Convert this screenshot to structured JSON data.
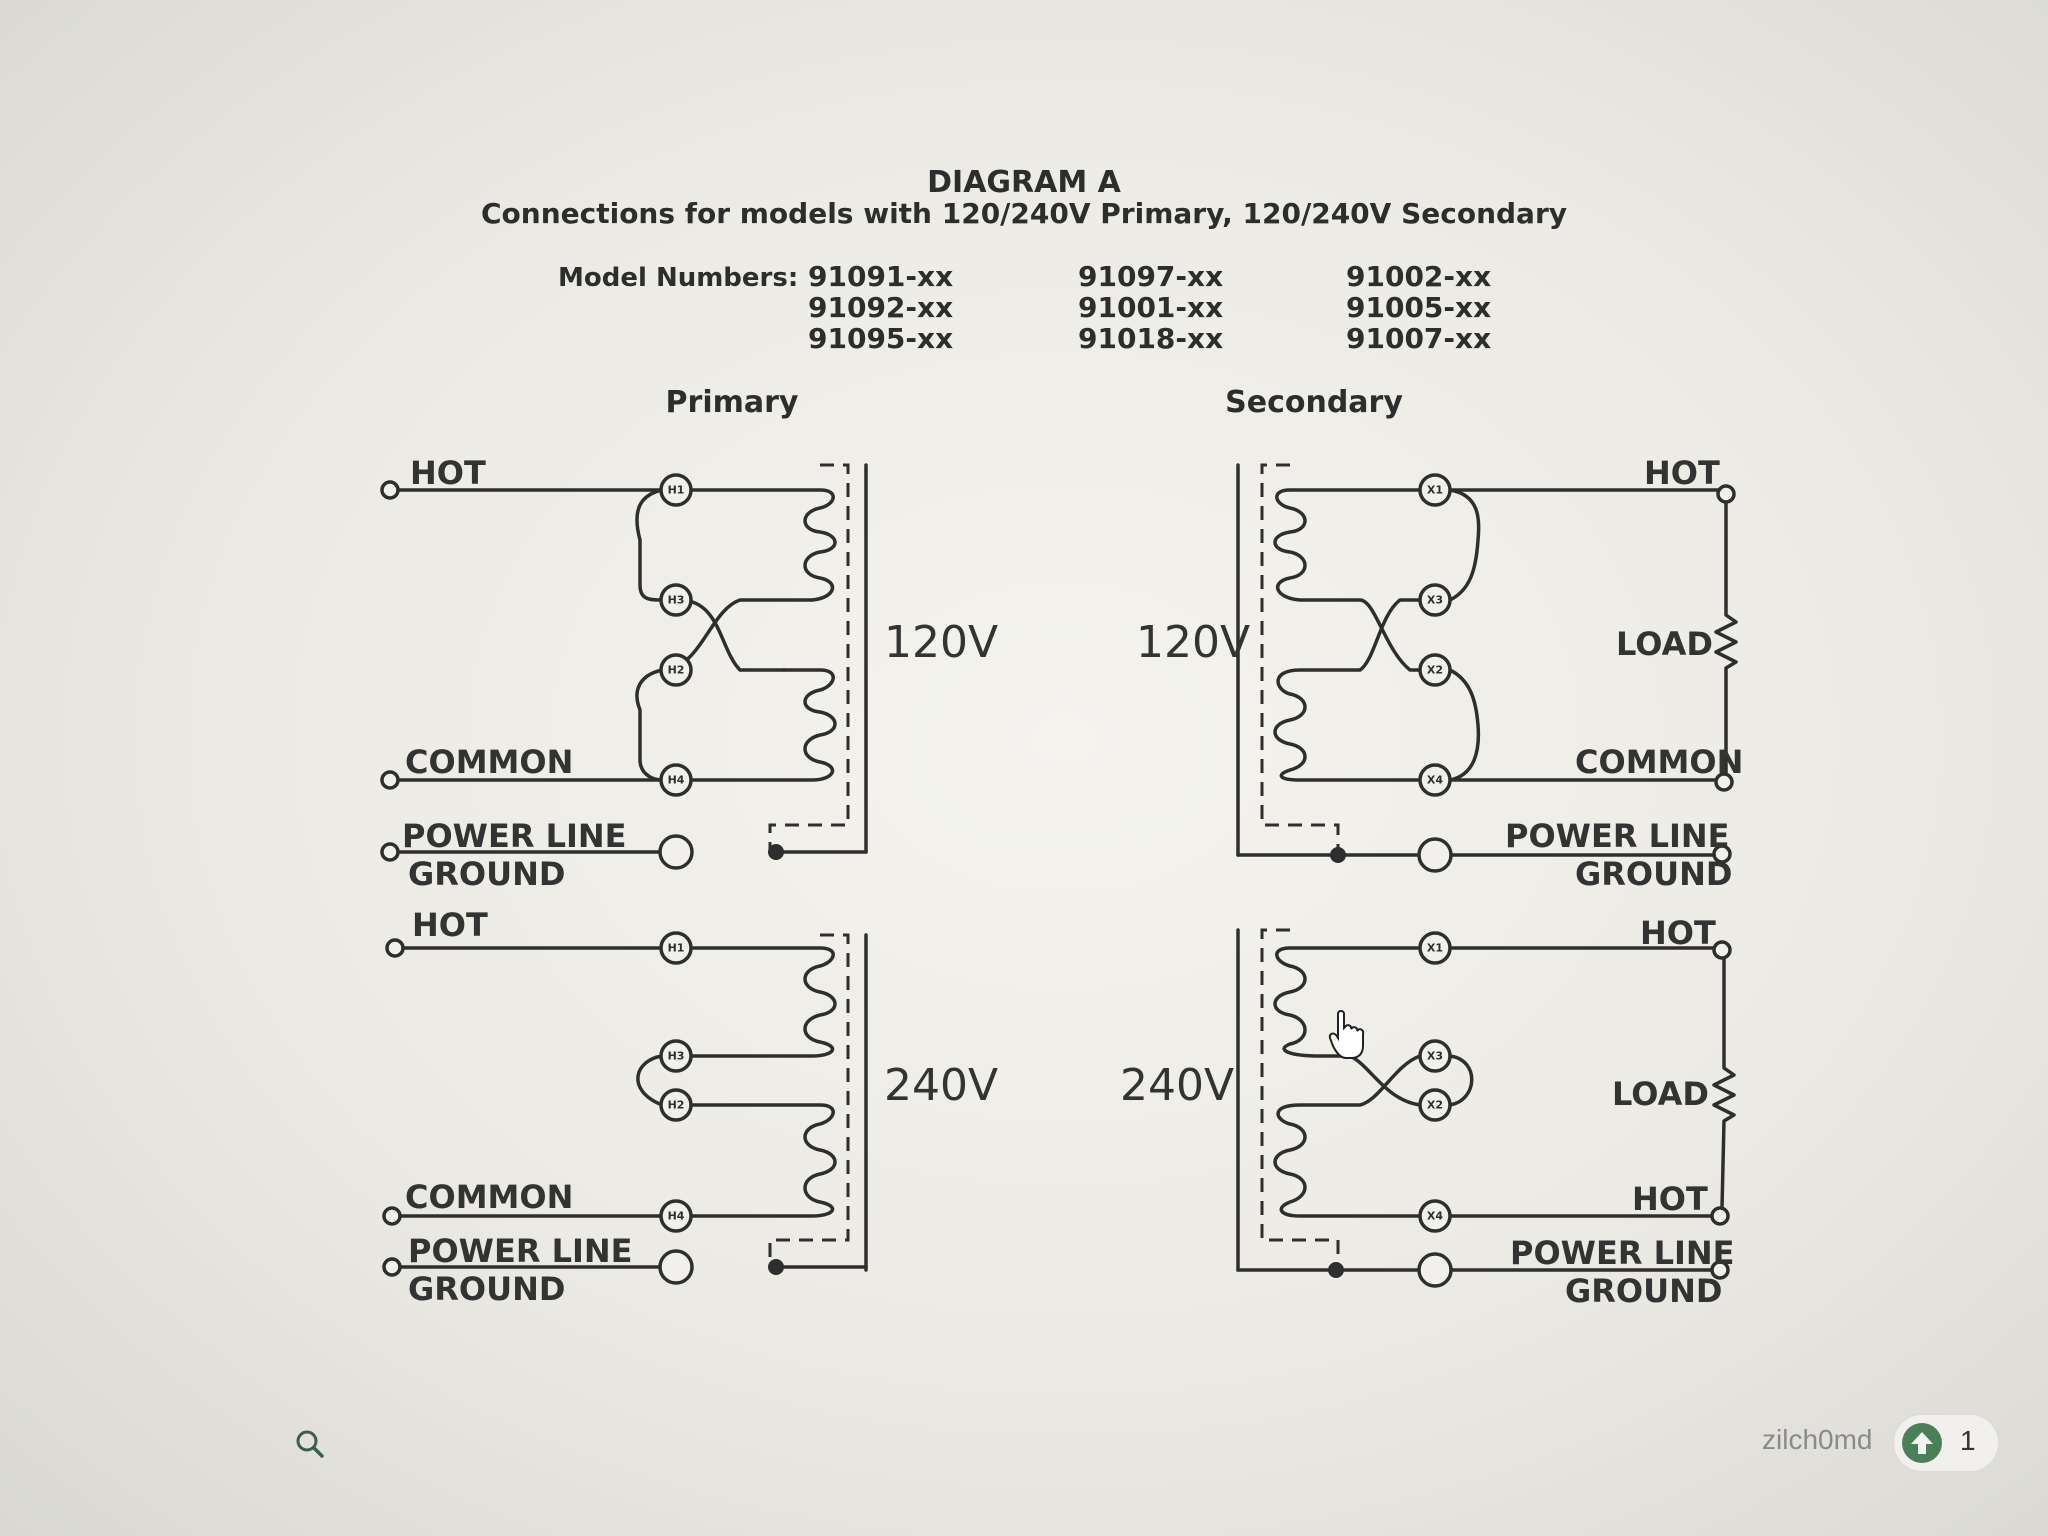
{
  "diagram": {
    "title": "DIAGRAM A",
    "subtitle": "Connections for models with 120/240V Primary, 120/240V Secondary",
    "model_label": "Model Numbers:",
    "models": [
      [
        "91091-xx",
        "91092-xx",
        "91095-xx"
      ],
      [
        "91097-xx",
        "91001-xx",
        "91018-xx"
      ],
      [
        "91002-xx",
        "91005-xx",
        "91007-xx"
      ]
    ],
    "primary_label": "Primary",
    "secondary_label": "Secondary",
    "voltage_120": "120V",
    "voltage_240": "240V",
    "labels": {
      "hot": "HOT",
      "common": "COMMON",
      "power_line": "POWER LINE",
      "ground": "GROUND",
      "load": "LOAD"
    },
    "terminals": {
      "h1": "H1",
      "h2": "H2",
      "h3": "H3",
      "h4": "H4",
      "x1": "X1",
      "x2": "X2",
      "x3": "X3",
      "x4": "X4"
    }
  },
  "footer": {
    "search_icon": "search-icon",
    "username": "zilch0md",
    "vote_count": "1",
    "upvote_icon": "upvote-arrow-icon",
    "upvote_color": "#4b7f58"
  }
}
